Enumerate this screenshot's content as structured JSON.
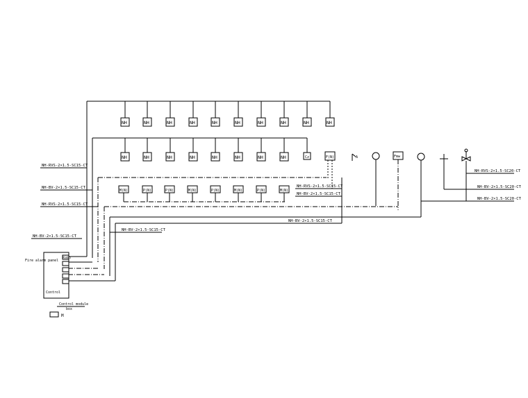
{
  "diagram": {
    "row1_device_label": "NH",
    "row2_device_label": "NH",
    "row3_device_labels": [
      "M(N)",
      "P(N)",
      "P(N)",
      "M(N)",
      "P(N)",
      "M(N)",
      "P(N)",
      "M(N)"
    ],
    "row2_extra_devices": [
      "Cz",
      "F(N)",
      "A",
      "Fmw"
    ],
    "cable_labels": {
      "left_top": "NH-RVS-2×1.5-SC15-CT",
      "left_mid": "NH-BV-2×1.5-SC15-CT",
      "left_low": "NH-RVS-2×1.5-SC15-CT",
      "panel_feed": "NH-BV-2×1.5-SC15-CT",
      "lower_run": "NH-BV-2×1.5-SC15-CT",
      "center_1": "NH-RVS-2×1.5-SC15-CT",
      "center_2": "NH-BV-2×1.5-SC15-CT",
      "bottom_run": "NH-BV-2×1.5-SC15-CT",
      "right_top": "NH-RVS-2×1.5-SC20-CT",
      "right_mid": "NH-BV-2×1.5-SC20-CT",
      "right_low": "NH-BV-2×1.5-SC20-CT"
    },
    "panel": {
      "side_label": "Fire alarm panel",
      "bottom_label": "Control",
      "terminals": [
        "RS485",
        "",
        "",
        "",
        ""
      ]
    },
    "legend": {
      "note_line1": "Control module",
      "note_line2": "box",
      "legend_text": "M"
    }
  }
}
